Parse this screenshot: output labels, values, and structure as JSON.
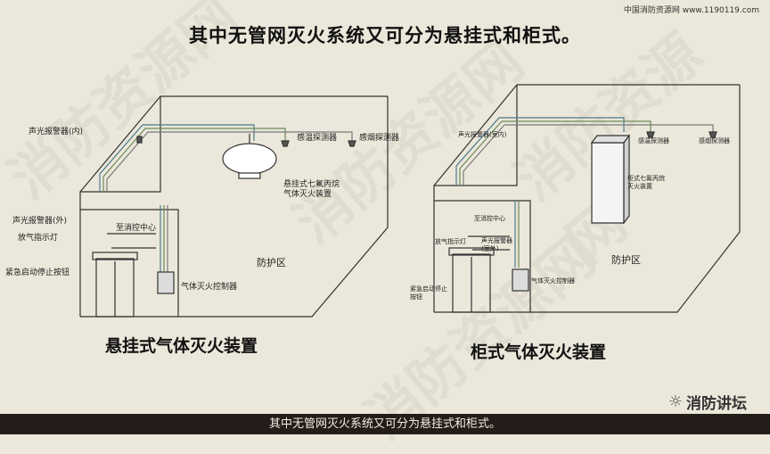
{
  "site_credit": "中国消防资源网 www.1190119.com",
  "title": "其中无管网灭火系统又可分为悬挂式和柜式。",
  "left": {
    "labels": {
      "alarm_in": "声光报警器(内)",
      "heat_detector": "感温探测器",
      "smoke_detector": "感烟探测器",
      "device": "悬挂式七氟丙烷\n气体灭火装置",
      "to_center": "至消控中心",
      "alarm_out": "声光报警器(外)",
      "release_light": "放气指示灯",
      "emergency_btn": "紧急启动停止按钮",
      "zone": "防护区",
      "controller": "气体灭火控制器"
    },
    "caption": "悬挂式气体灭火装置"
  },
  "right": {
    "labels": {
      "alarm_in": "声光报警器(室内)",
      "heat_detector": "感温探测器",
      "smoke_detector": "感烟探测器",
      "device": "柜式七氟丙烷\n灭火装置",
      "to_center": "至消控中心",
      "release_light": "放气指示灯",
      "alarm_out": "声光报警器\n(室外)",
      "emergency_btn": "紧急启动停止\n按钮",
      "zone": "防护区",
      "controller": "气体灭火控制器"
    },
    "caption": "柜式气体灭火装置"
  },
  "wechat_name": "消防讲坛",
  "subtitle": "其中无管网灭火系统又可分为悬挂式和柜式。"
}
